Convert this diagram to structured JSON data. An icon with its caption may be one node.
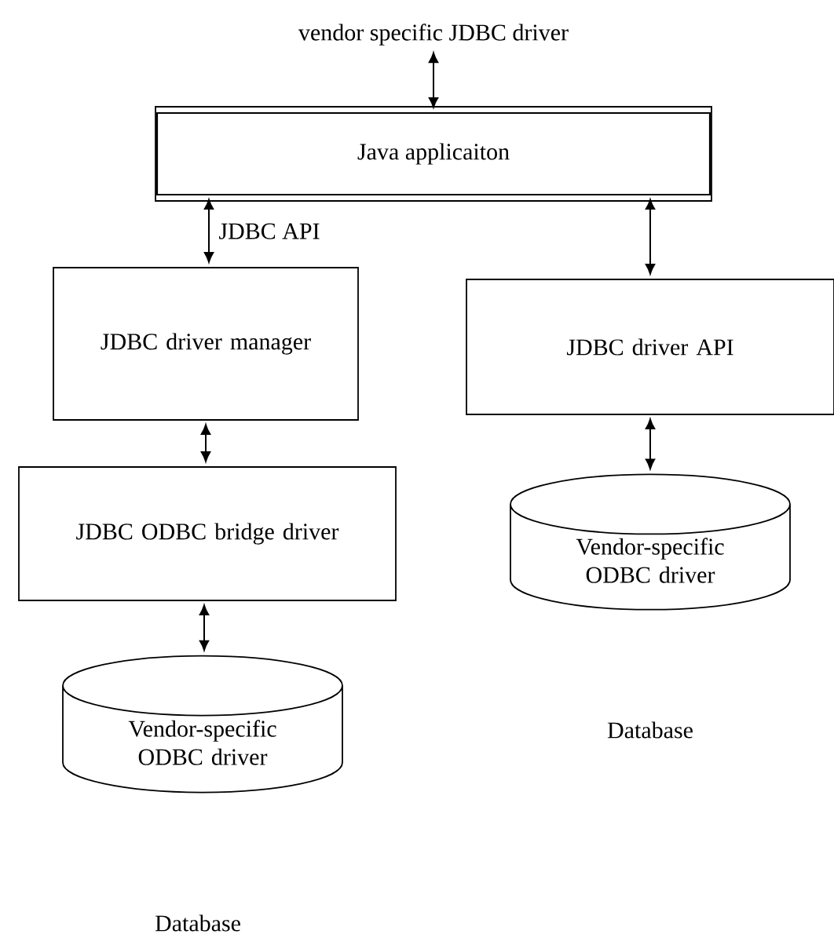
{
  "diagram": {
    "nodes": [
      {
        "text": [
          "vendor specific JDBC driver"
        ]
      },
      {
        "text": [
          "Java applicaiton"
        ]
      },
      {
        "text": [
          "JDBC driver manager"
        ]
      },
      {
        "text": [
          "JDBC driver API"
        ]
      },
      {
        "text": [
          "JDBC ODBC bridge driver"
        ]
      },
      {
        "text": [
          "Vendor-specific ODBC driver"
        ]
      },
      {
        "text": [
          "Vendor-specific ODBC driver"
        ]
      }
    ],
    "edges": [
      {
        "from": 0,
        "to": 1,
        "arrow": "both"
      },
      {
        "from": 1,
        "to": 2,
        "arrow": "both",
        "label": "JDBC API"
      },
      {
        "from": 1,
        "to": 3,
        "arrow": "both"
      },
      {
        "from": 2,
        "to": 4,
        "arrow": "both"
      },
      {
        "from": 3,
        "to": 5,
        "arrow": "both"
      },
      {
        "from": 4,
        "to": 6,
        "arrow": "both"
      }
    ],
    "labels": [
      "Database",
      "Database"
    ]
  }
}
